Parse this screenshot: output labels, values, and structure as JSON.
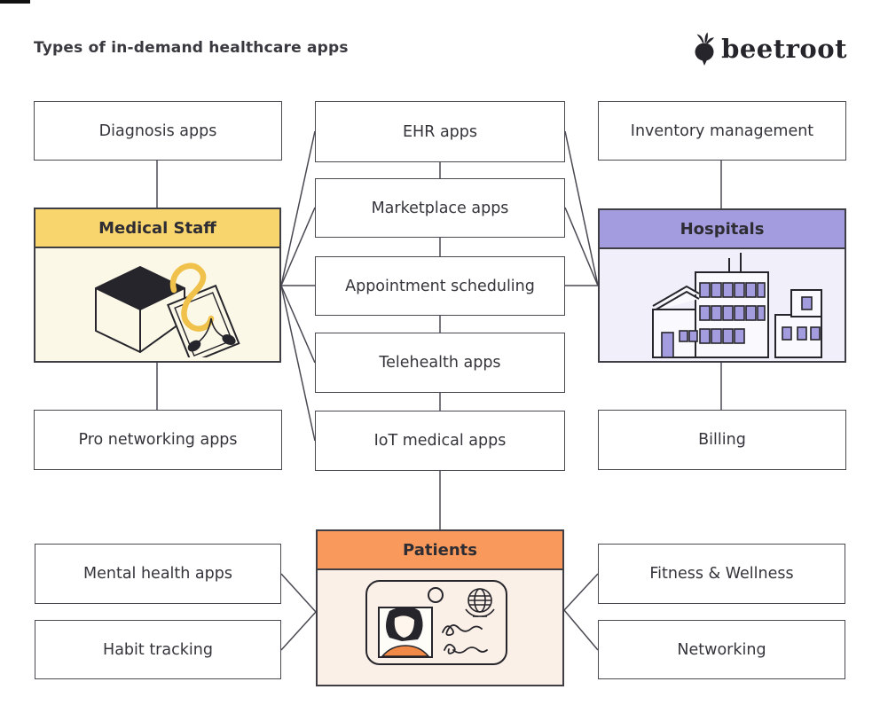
{
  "header": {
    "title": "Types of in-demand healthcare apps",
    "logo_text": "beetroot"
  },
  "colors": {
    "box_border": "#4A4952",
    "line": "#4A4952",
    "text": "#35343B",
    "medical_staff_header": "#F9D56E",
    "medical_staff_body": "#FCF8E8",
    "hospitals_header": "#A39CDE",
    "hospitals_body": "#F1EFFA",
    "patients_header": "#F99A5C",
    "patients_body": "#FBF0E7",
    "illustration_yellow": "#F0C24B",
    "illustration_purple": "#A39CDE",
    "illustration_orange": "#F28A47",
    "illustration_dark": "#26252B"
  },
  "cards": {
    "medical_staff": {
      "label": "Medical Staff"
    },
    "hospitals": {
      "label": "Hospitals"
    },
    "patients": {
      "label": "Patients"
    }
  },
  "boxes": {
    "diagnosis": {
      "label": "Diagnosis apps"
    },
    "ehr": {
      "label": "EHR apps"
    },
    "inventory": {
      "label": "Inventory management"
    },
    "marketplace": {
      "label": "Marketplace apps"
    },
    "appointment": {
      "label": "Appointment scheduling"
    },
    "telehealth": {
      "label": "Telehealth apps"
    },
    "iot": {
      "label": "IoT medical apps"
    },
    "pro_networking": {
      "label": "Pro networking apps"
    },
    "billing": {
      "label": "Billing"
    },
    "mental_health": {
      "label": "Mental health apps"
    },
    "habit": {
      "label": "Habit tracking"
    },
    "fitness": {
      "label": "Fitness & Wellness"
    },
    "networking": {
      "label": "Networking"
    }
  },
  "connections": [
    {
      "from": "Diagnosis apps",
      "to": "Medical Staff"
    },
    {
      "from": "Medical Staff",
      "to": "Pro networking apps"
    },
    {
      "from": "Medical Staff",
      "to": "EHR apps"
    },
    {
      "from": "Medical Staff",
      "to": "Marketplace apps"
    },
    {
      "from": "Medical Staff",
      "to": "Appointment scheduling"
    },
    {
      "from": "Medical Staff",
      "to": "Telehealth apps"
    },
    {
      "from": "Medical Staff",
      "to": "IoT medical apps"
    },
    {
      "from": "Hospitals",
      "to": "EHR apps"
    },
    {
      "from": "Hospitals",
      "to": "Marketplace apps"
    },
    {
      "from": "Hospitals",
      "to": "Appointment scheduling"
    },
    {
      "from": "Inventory management",
      "to": "Hospitals"
    },
    {
      "from": "Hospitals",
      "to": "Billing"
    },
    {
      "from": "EHR apps",
      "to": "Marketplace apps"
    },
    {
      "from": "Marketplace apps",
      "to": "Appointment scheduling"
    },
    {
      "from": "Appointment scheduling",
      "to": "Telehealth apps"
    },
    {
      "from": "Telehealth apps",
      "to": "IoT medical apps"
    },
    {
      "from": "IoT medical apps",
      "to": "Patients"
    },
    {
      "from": "Patients",
      "to": "Mental health apps"
    },
    {
      "from": "Patients",
      "to": "Habit tracking"
    },
    {
      "from": "Patients",
      "to": "Fitness & Wellness"
    },
    {
      "from": "Patients",
      "to": "Networking"
    }
  ]
}
